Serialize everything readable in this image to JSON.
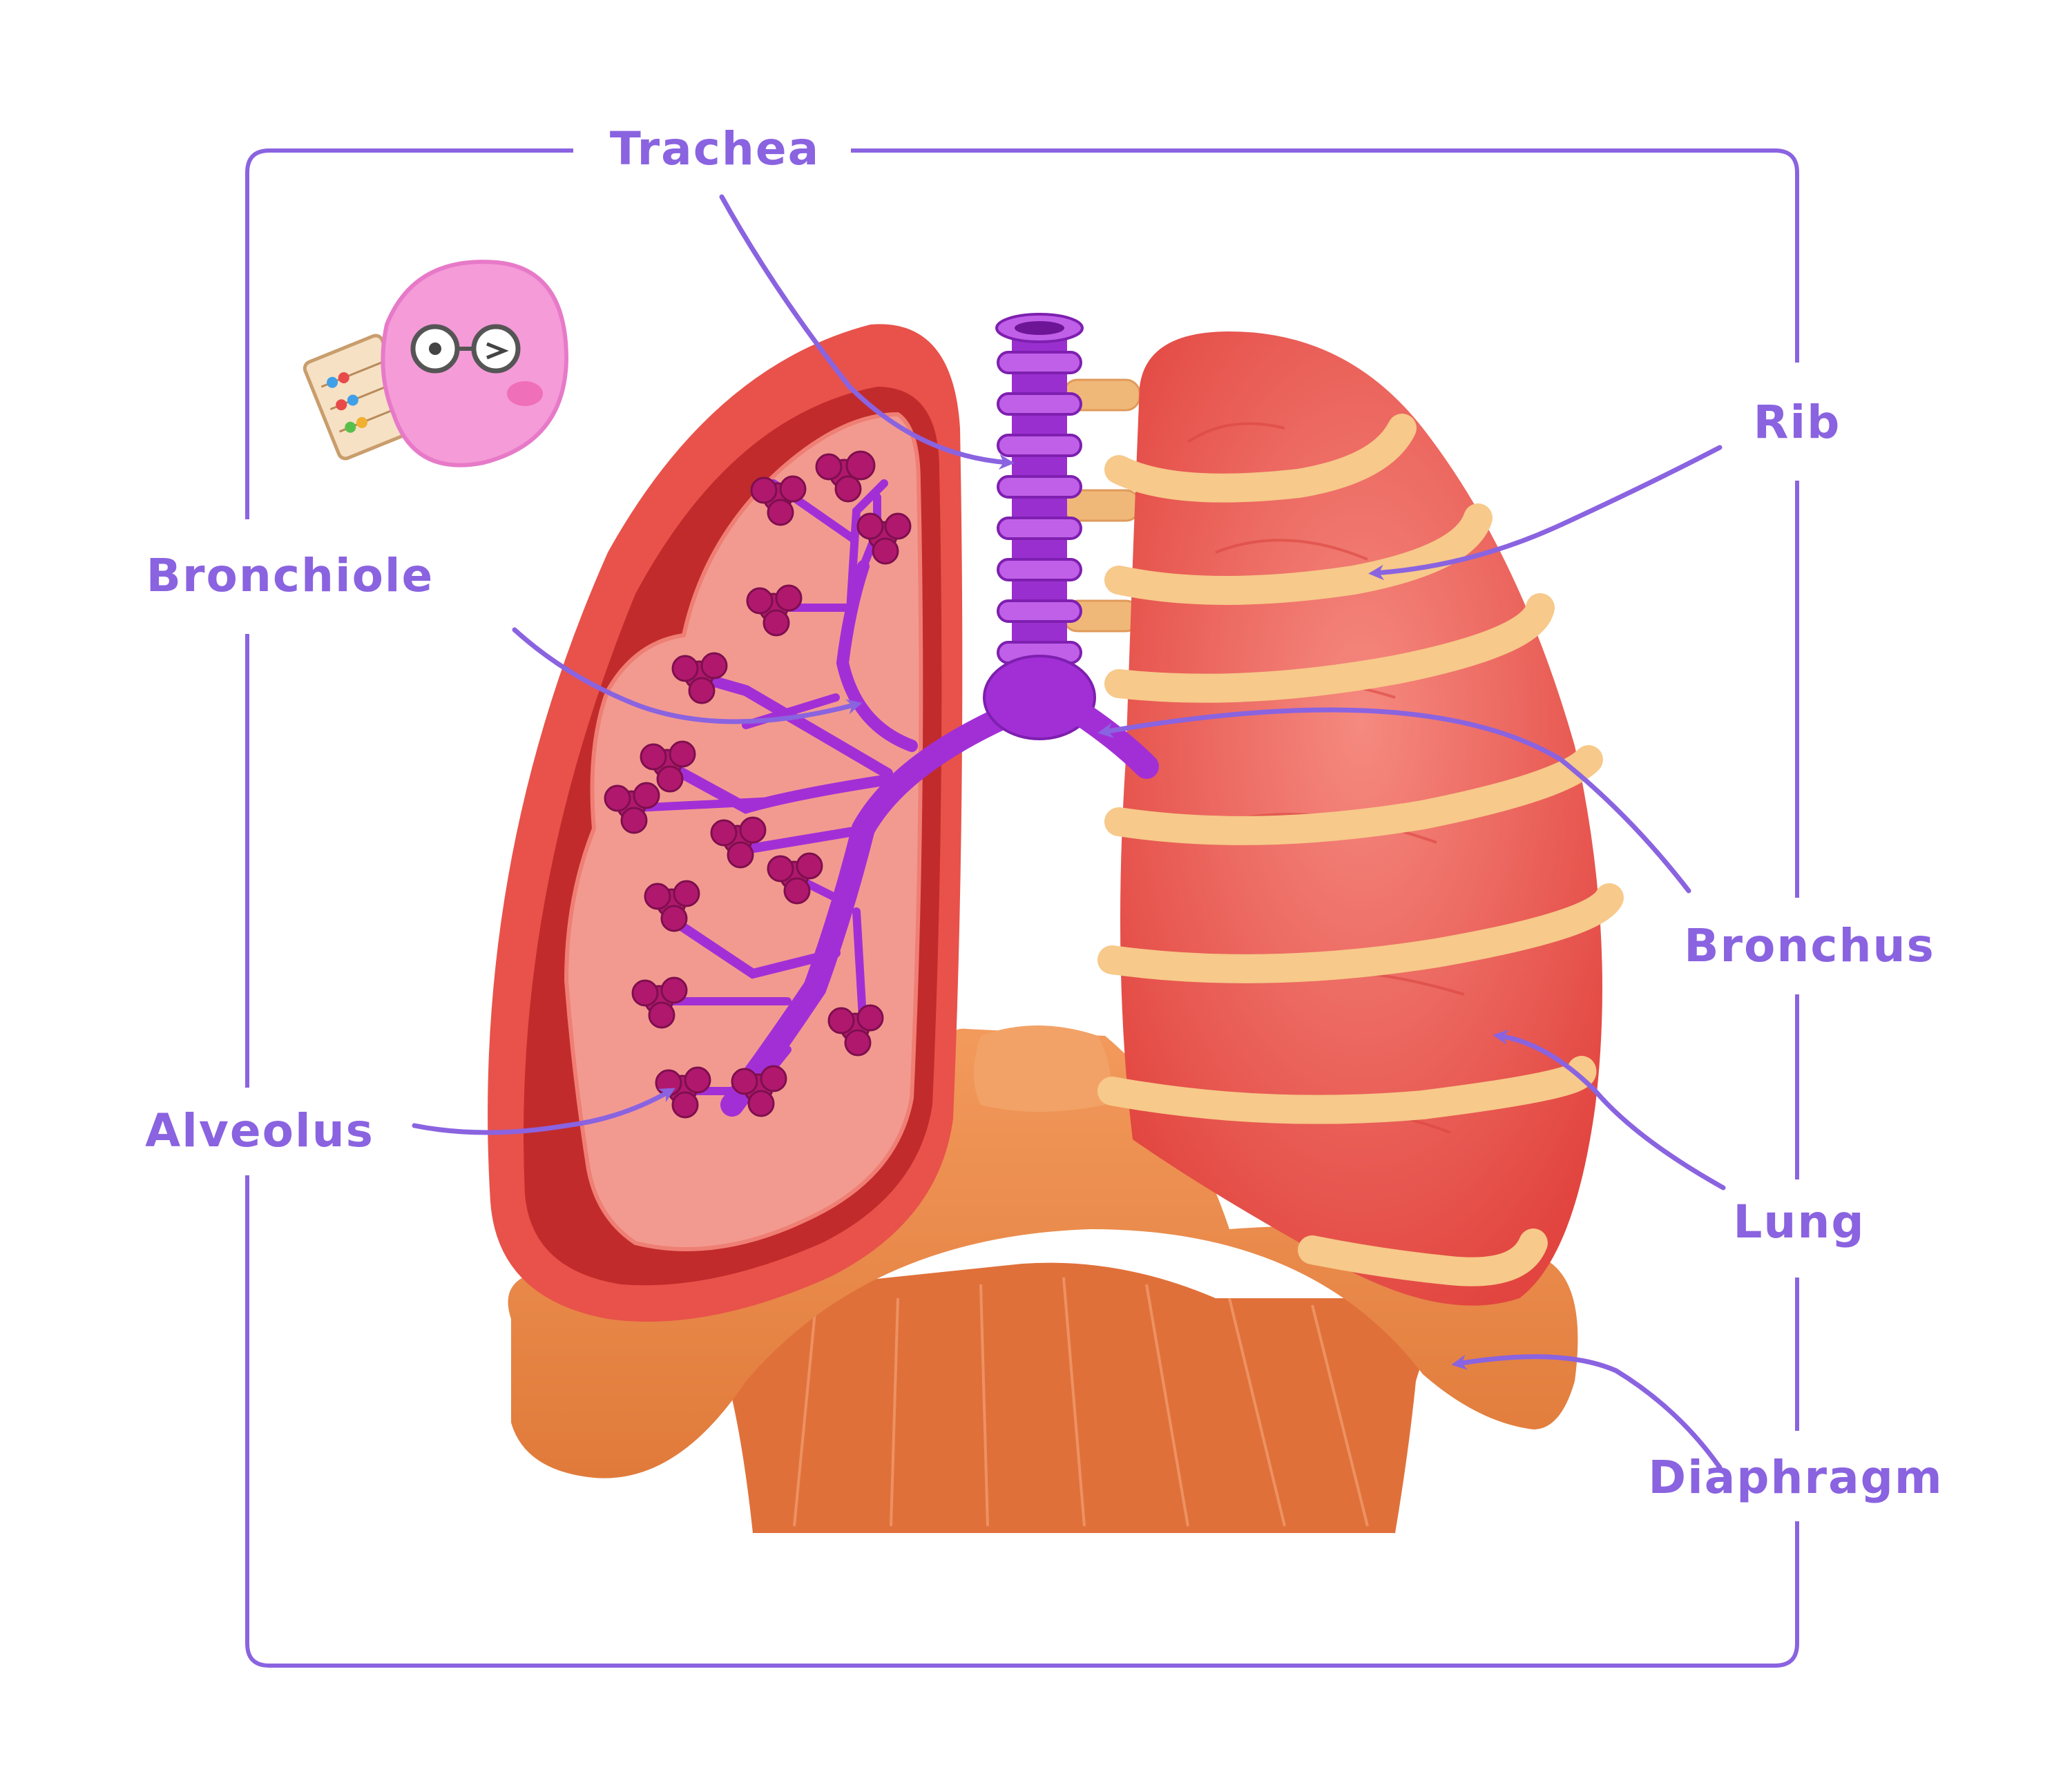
{
  "diagram": {
    "labels": {
      "trachea": "Trachea",
      "rib": "Rib",
      "bronchiole": "Bronchiole",
      "bronchus": "Bronchus",
      "alveolus": "Alveolus",
      "lung": "Lung",
      "diaphragm": "Diaphragm"
    },
    "colors": {
      "accent": "#8a63e0",
      "lung_outer": "#e8524a",
      "lung_inner": "#f39a90",
      "rib": "#f7c98a",
      "airway": "#a22fd6",
      "alveoli": "#b0186e",
      "diaphragm": "#ec8a4a"
    }
  }
}
